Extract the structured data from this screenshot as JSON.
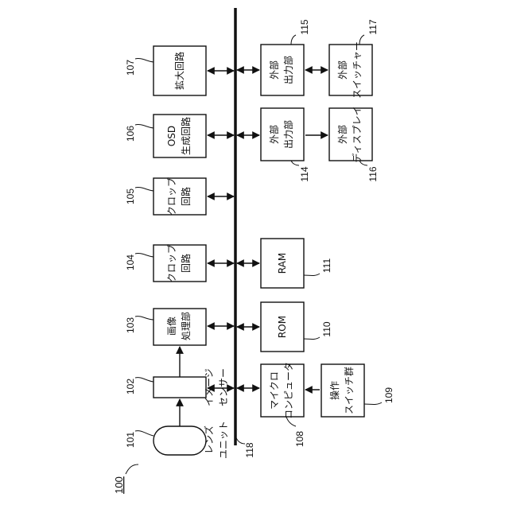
{
  "diagram": {
    "figure_number": "100",
    "blocks": [
      {
        "id": "lens_unit",
        "ref": "101",
        "lines": []
      },
      {
        "id": "image_sensor",
        "ref": "102",
        "lines": []
      },
      {
        "id": "image_processing",
        "ref": "103",
        "lines": [
          "画像",
          "処理部"
        ]
      },
      {
        "id": "crop_circuit_1",
        "ref": "104",
        "lines": [
          "クロップ",
          "回路"
        ]
      },
      {
        "id": "crop_circuit_2",
        "ref": "105",
        "lines": [
          "クロップ",
          "回路"
        ]
      },
      {
        "id": "osd_generation",
        "ref": "106",
        "lines": [
          "OSD",
          "生成回路"
        ]
      },
      {
        "id": "enlargement",
        "ref": "107",
        "lines": [
          "拡大回路"
        ]
      },
      {
        "id": "microcomputer",
        "ref": "108",
        "lines": [
          "マイクロ",
          "コンピュータ"
        ]
      },
      {
        "id": "operation_switches",
        "ref": "109",
        "lines": [
          "操作",
          "スイッチ群"
        ]
      },
      {
        "id": "rom",
        "ref": "110",
        "lines": [
          "ROM"
        ]
      },
      {
        "id": "ram",
        "ref": "111",
        "lines": [
          "RAM"
        ]
      },
      {
        "id": "external_output_1",
        "ref": "114",
        "lines": [
          "外部",
          "出力部"
        ]
      },
      {
        "id": "external_output_2",
        "ref": "115",
        "lines": [
          "外部",
          "出力部"
        ]
      },
      {
        "id": "external_display",
        "ref": "116",
        "lines": [
          "外部",
          "ディスプレイ"
        ]
      },
      {
        "id": "external_switcher",
        "ref": "117",
        "lines": [
          "外部",
          "スイッチャー"
        ]
      }
    ],
    "labels": {
      "lens_unit": [
        "レンズ",
        "ユニット"
      ],
      "image_sensor": [
        "イメージ",
        "センサー"
      ]
    },
    "bus_ref": "118"
  }
}
